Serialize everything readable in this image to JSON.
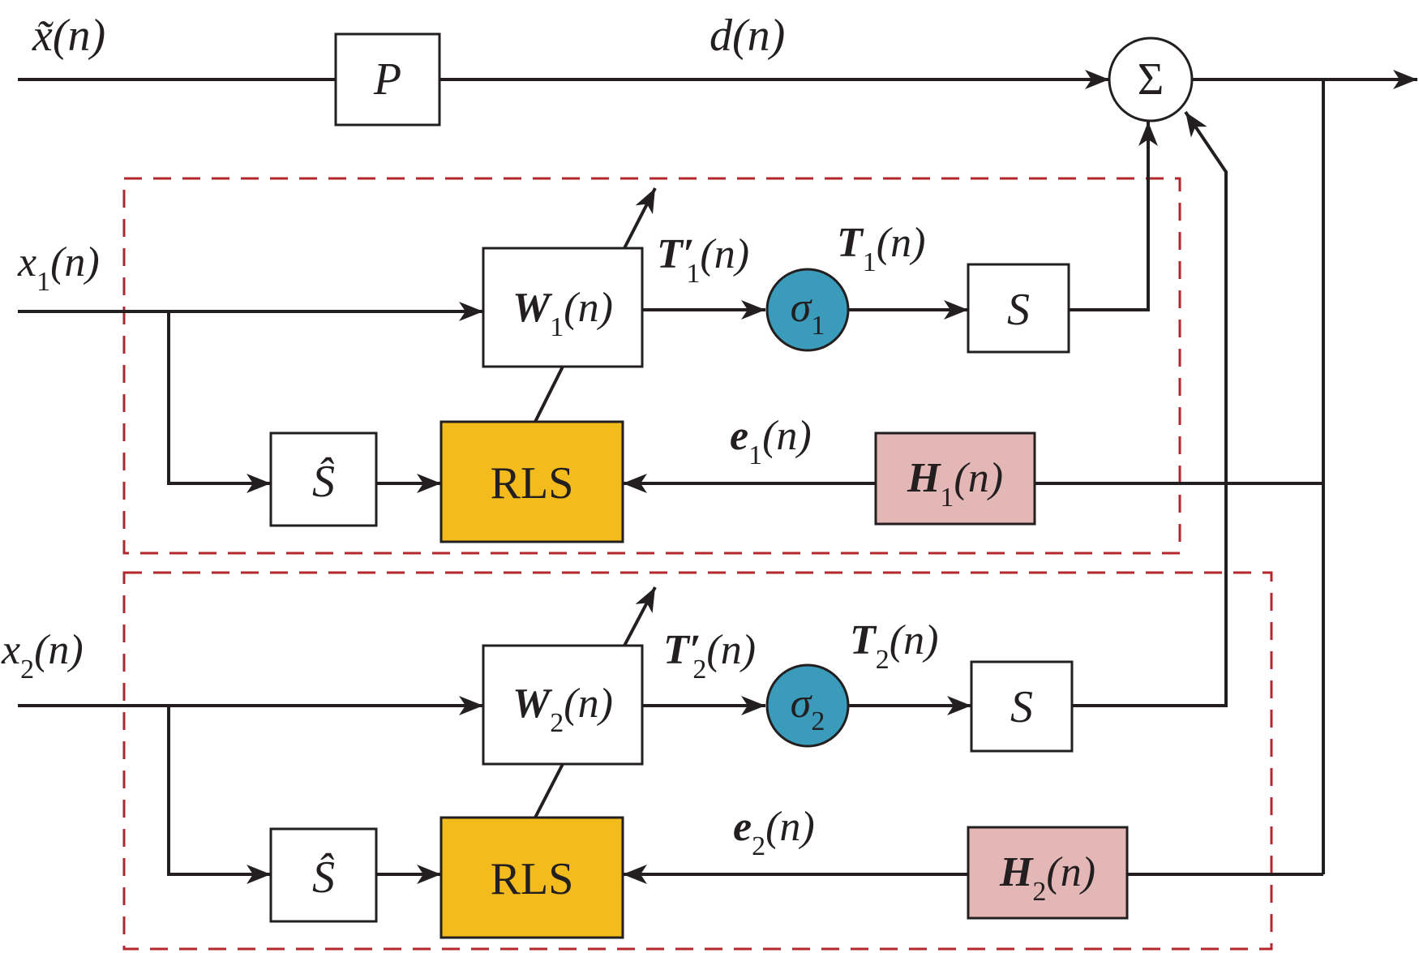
{
  "colors": {
    "line": "#231f20",
    "dashed_border": "#b3262c",
    "rls_fill": "#f4bb1c",
    "h_fill": "#e3b7b5",
    "sigma_fill": "#3a9bba"
  },
  "top": {
    "input_label": "x̃(n)",
    "p_block": "P",
    "d_label": "d(n)",
    "sum_symbol": "Σ"
  },
  "channel1": {
    "x_var": "x",
    "x_sub": "1",
    "x_arg": "(n)",
    "w_var": "W",
    "w_sub": "1",
    "w_arg": "(n)",
    "tprime_var": "T′",
    "tprime_sub": "1",
    "tprime_arg": "(n)",
    "sigma_var": "σ",
    "sigma_sub": "1",
    "t_var": "T",
    "t_sub": "1",
    "t_arg": "(n)",
    "s_block": "S",
    "shat_block": "Ŝ",
    "rls_block": "RLS",
    "e_var": "e",
    "e_sub": "1",
    "e_arg": "(n)",
    "h_var": "H",
    "h_sub": "1",
    "h_arg": "(n)"
  },
  "channel2": {
    "x_var": "x",
    "x_sub": "2",
    "x_arg": "(n)",
    "w_var": "W",
    "w_sub": "2",
    "w_arg": "(n)",
    "tprime_var": "T′",
    "tprime_sub": "2",
    "tprime_arg": "(n)",
    "sigma_var": "σ",
    "sigma_sub": "2",
    "t_var": "T",
    "t_sub": "2",
    "t_arg": "(n)",
    "s_block": "S",
    "shat_block": "Ŝ",
    "rls_block": "RLS",
    "e_var": "e",
    "e_sub": "2",
    "e_arg": "(n)",
    "h_var": "H",
    "h_sub": "2",
    "h_arg": "(n)"
  }
}
